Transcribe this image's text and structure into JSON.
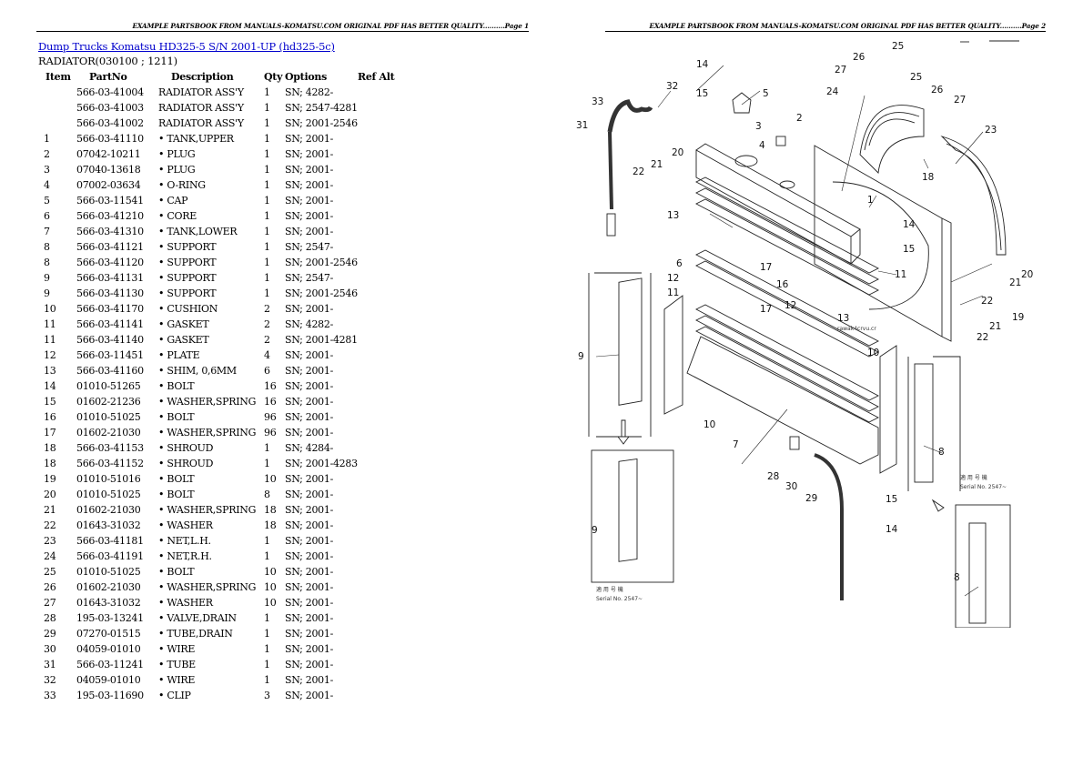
{
  "pages": {
    "left": {
      "header": "EXAMPLE PARTSBOOK FROM MANUALS-KOMATSU.COM ORIGINAL PDF HAS BETTER QUALITY..........Page 1",
      "title_link": "Dump Trucks Komatsu HD325-5 S/N 2001-UP (hd325-5c)",
      "subtitle": "RADIATOR(030100 ; 1211)",
      "table": {
        "columns": [
          "Item",
          "PartNo",
          "Description",
          "Qty",
          "Options",
          "Ref Alt"
        ],
        "rows": [
          {
            "item": "",
            "part": "566-03-41004",
            "desc": "RADIATOR ASS'Y",
            "qty": "1",
            "opt": "SN; 4282-",
            "ref": ""
          },
          {
            "item": "",
            "part": "566-03-41003",
            "desc": "RADIATOR ASS'Y",
            "qty": "1",
            "opt": "SN; 2547-4281",
            "ref": ""
          },
          {
            "item": "",
            "part": "566-03-41002",
            "desc": "RADIATOR ASS'Y",
            "qty": "1",
            "opt": "SN; 2001-2546",
            "ref": ""
          },
          {
            "item": "1",
            "part": "566-03-41110",
            "desc": "• TANK,UPPER",
            "qty": "1",
            "opt": "SN; 2001-",
            "ref": ""
          },
          {
            "item": "2",
            "part": "07042-10211",
            "desc": "• PLUG",
            "qty": "1",
            "opt": "SN; 2001-",
            "ref": ""
          },
          {
            "item": "3",
            "part": "07040-13618",
            "desc": "• PLUG",
            "qty": "1",
            "opt": "SN; 2001-",
            "ref": ""
          },
          {
            "item": "4",
            "part": "07002-03634",
            "desc": "• O-RING",
            "qty": "1",
            "opt": "SN; 2001-",
            "ref": ""
          },
          {
            "item": "5",
            "part": "566-03-11541",
            "desc": "• CAP",
            "qty": "1",
            "opt": "SN; 2001-",
            "ref": ""
          },
          {
            "item": "6",
            "part": "566-03-41210",
            "desc": "• CORE",
            "qty": "1",
            "opt": "SN; 2001-",
            "ref": ""
          },
          {
            "item": "7",
            "part": "566-03-41310",
            "desc": "• TANK,LOWER",
            "qty": "1",
            "opt": "SN; 2001-",
            "ref": ""
          },
          {
            "item": "8",
            "part": "566-03-41121",
            "desc": "• SUPPORT",
            "qty": "1",
            "opt": "SN; 2547-",
            "ref": ""
          },
          {
            "item": "8",
            "part": "566-03-41120",
            "desc": "• SUPPORT",
            "qty": "1",
            "opt": "SN; 2001-2546",
            "ref": ""
          },
          {
            "item": "9",
            "part": "566-03-41131",
            "desc": "• SUPPORT",
            "qty": "1",
            "opt": "SN; 2547-",
            "ref": ""
          },
          {
            "item": "9",
            "part": "566-03-41130",
            "desc": "• SUPPORT",
            "qty": "1",
            "opt": "SN; 2001-2546",
            "ref": ""
          },
          {
            "item": "10",
            "part": "566-03-41170",
            "desc": "• CUSHION",
            "qty": "2",
            "opt": "SN; 2001-",
            "ref": ""
          },
          {
            "item": "11",
            "part": "566-03-41141",
            "desc": "• GASKET",
            "qty": "2",
            "opt": "SN; 4282-",
            "ref": ""
          },
          {
            "item": "11",
            "part": "566-03-41140",
            "desc": "• GASKET",
            "qty": "2",
            "opt": "SN; 2001-4281",
            "ref": ""
          },
          {
            "item": "12",
            "part": "566-03-11451",
            "desc": "• PLATE",
            "qty": "4",
            "opt": "SN; 2001-",
            "ref": ""
          },
          {
            "item": "13",
            "part": "566-03-41160",
            "desc": "• SHIM, 0,6MM",
            "qty": "6",
            "opt": "SN; 2001-",
            "ref": ""
          },
          {
            "item": "14",
            "part": "01010-51265",
            "desc": "• BOLT",
            "qty": "16",
            "opt": "SN; 2001-",
            "ref": ""
          },
          {
            "item": "15",
            "part": "01602-21236",
            "desc": "• WASHER,SPRING",
            "qty": "16",
            "opt": "SN; 2001-",
            "ref": ""
          },
          {
            "item": "16",
            "part": "01010-51025",
            "desc": "• BOLT",
            "qty": "96",
            "opt": "SN; 2001-",
            "ref": ""
          },
          {
            "item": "17",
            "part": "01602-21030",
            "desc": "• WASHER,SPRING",
            "qty": "96",
            "opt": "SN; 2001-",
            "ref": ""
          },
          {
            "item": "18",
            "part": "566-03-41153",
            "desc": "• SHROUD",
            "qty": "1",
            "opt": "SN; 4284-",
            "ref": ""
          },
          {
            "item": "18",
            "part": "566-03-41152",
            "desc": "• SHROUD",
            "qty": "1",
            "opt": "SN; 2001-4283",
            "ref": ""
          },
          {
            "item": "19",
            "part": "01010-51016",
            "desc": "• BOLT",
            "qty": "10",
            "opt": "SN; 2001-",
            "ref": ""
          },
          {
            "item": "20",
            "part": "01010-51025",
            "desc": "• BOLT",
            "qty": "8",
            "opt": "SN; 2001-",
            "ref": ""
          },
          {
            "item": "21",
            "part": "01602-21030",
            "desc": "• WASHER,SPRING",
            "qty": "18",
            "opt": "SN; 2001-",
            "ref": ""
          },
          {
            "item": "22",
            "part": "01643-31032",
            "desc": "• WASHER",
            "qty": "18",
            "opt": "SN; 2001-",
            "ref": ""
          },
          {
            "item": "23",
            "part": "566-03-41181",
            "desc": "• NET,L.H.",
            "qty": "1",
            "opt": "SN; 2001-",
            "ref": ""
          },
          {
            "item": "24",
            "part": "566-03-41191",
            "desc": "• NET,R.H.",
            "qty": "1",
            "opt": "SN; 2001-",
            "ref": ""
          },
          {
            "item": "25",
            "part": "01010-51025",
            "desc": "• BOLT",
            "qty": "10",
            "opt": "SN; 2001-",
            "ref": ""
          },
          {
            "item": "26",
            "part": "01602-21030",
            "desc": "• WASHER,SPRING",
            "qty": "10",
            "opt": "SN; 2001-",
            "ref": ""
          },
          {
            "item": "27",
            "part": "01643-31032",
            "desc": "• WASHER",
            "qty": "10",
            "opt": "SN; 2001-",
            "ref": ""
          },
          {
            "item": "28",
            "part": "195-03-13241",
            "desc": "• VALVE,DRAIN",
            "qty": "1",
            "opt": "SN; 2001-",
            "ref": ""
          },
          {
            "item": "29",
            "part": "07270-01515",
            "desc": "• TUBE,DRAIN",
            "qty": "1",
            "opt": "SN; 2001-",
            "ref": ""
          },
          {
            "item": "30",
            "part": "04059-01010",
            "desc": "• WIRE",
            "qty": "1",
            "opt": "SN; 2001-",
            "ref": ""
          },
          {
            "item": "31",
            "part": "566-03-11241",
            "desc": "• TUBE",
            "qty": "1",
            "opt": "SN; 2001-",
            "ref": ""
          },
          {
            "item": "32",
            "part": "04059-01010",
            "desc": "• WIRE",
            "qty": "1",
            "opt": "SN; 2001-",
            "ref": ""
          },
          {
            "item": "33",
            "part": "195-03-11690",
            "desc": "• CLIP",
            "qty": "3",
            "opt": "SN; 2001-",
            "ref": ""
          }
        ]
      }
    },
    "right": {
      "header": "EXAMPLE PARTSBOOK FROM MANUALS-KOMATSU.COM ORIGINAL PDF HAS BETTER QUALITY..........Page 2",
      "diagram": {
        "serial_label_left": "Serial No. 2547~",
        "serial_label_right": "Serial No. 2547~",
        "serial_jp": "適 用 号 機",
        "callouts": [
          "25",
          "26",
          "27",
          "25",
          "26",
          "27",
          "24",
          "23",
          "18",
          "14",
          "15",
          "5",
          "32",
          "33",
          "31",
          "3",
          "4",
          "2",
          "1",
          "20",
          "21",
          "22",
          "13",
          "14",
          "15",
          "11",
          "6",
          "12",
          "17",
          "16",
          "17",
          "12",
          "13",
          "20",
          "21",
          "22",
          "19",
          "21",
          "22",
          "9",
          "11",
          "10",
          "10",
          "7",
          "8",
          "28",
          "30",
          "29",
          "15",
          "14",
          "9",
          "8"
        ]
      }
    }
  },
  "colors": {
    "link": "#0000cc",
    "text": "#000000",
    "background": "#ffffff"
  }
}
